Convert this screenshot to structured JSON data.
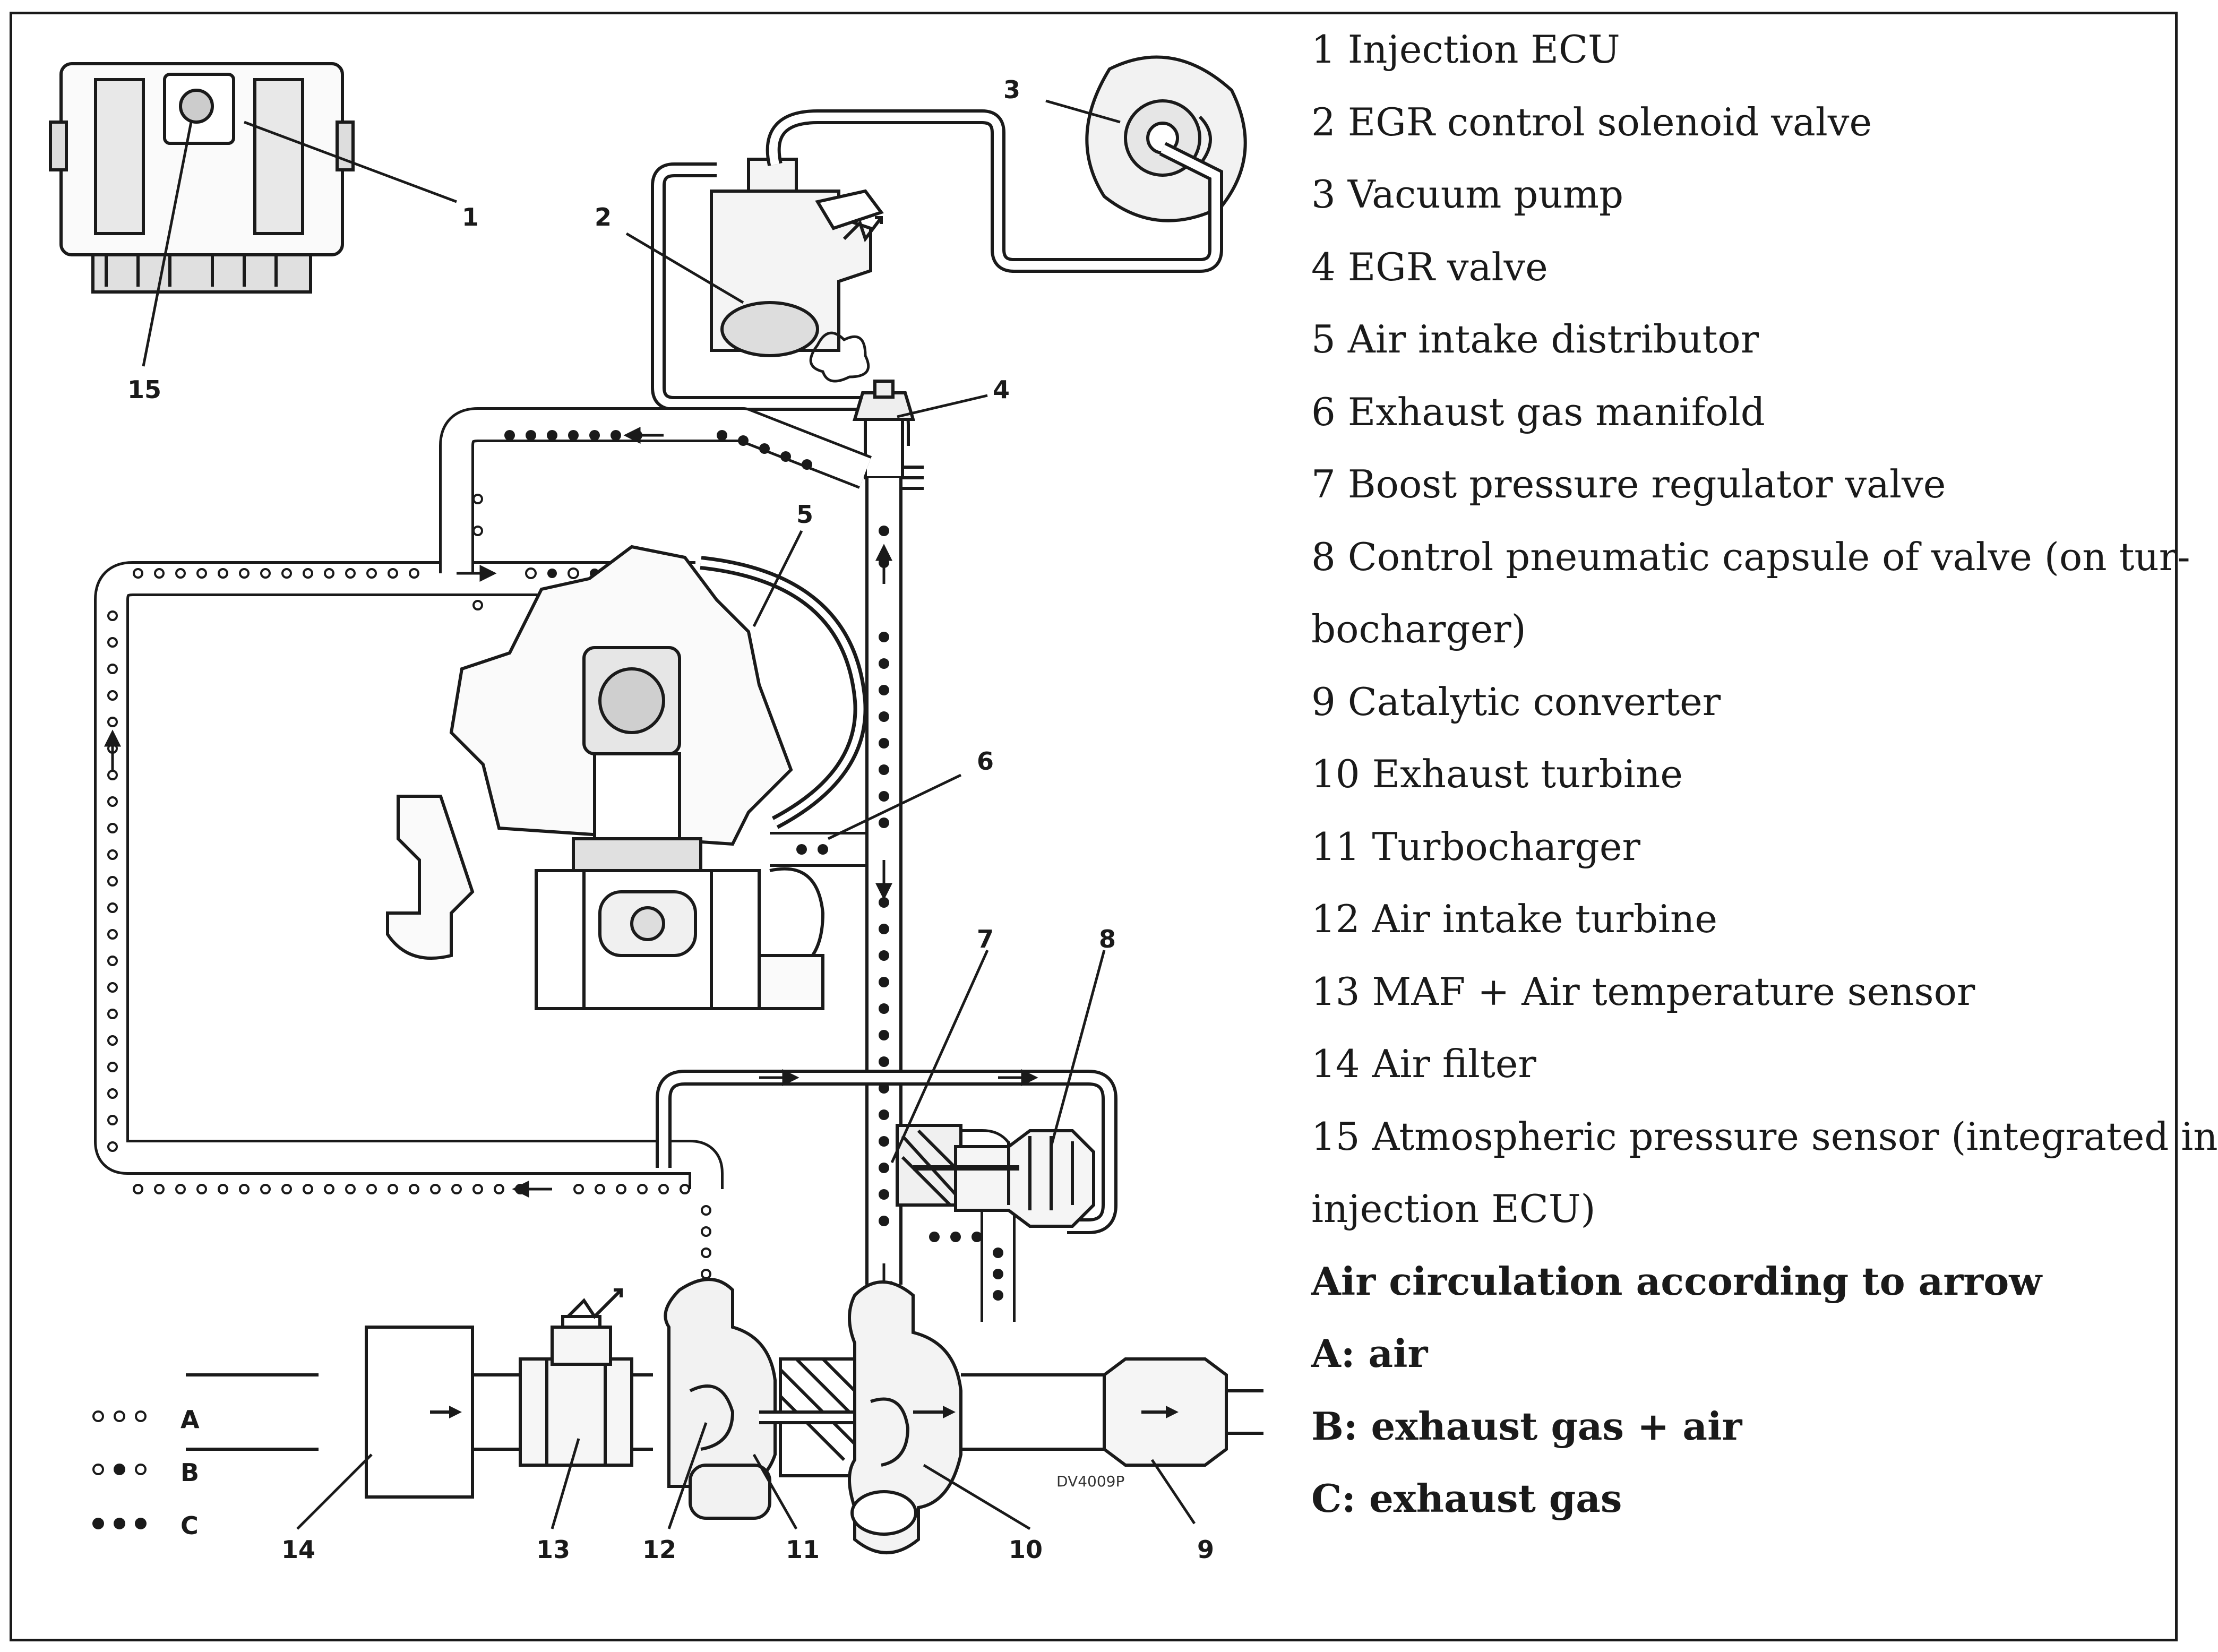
{
  "legend": {
    "items": [
      {
        "text": "1 Injection ECU",
        "bold": false
      },
      {
        "text": "2 EGR control solenoid valve",
        "bold": false
      },
      {
        "text": "3 Vacuum pump",
        "bold": false
      },
      {
        "text": "4 EGR valve",
        "bold": false
      },
      {
        "text": "5 Air intake distributor",
        "bold": false
      },
      {
        "text": "6 Exhaust gas manifold",
        "bold": false
      },
      {
        "text": "7 Boost pressure regulator valve",
        "bold": false
      },
      {
        "text": "8 Control pneumatic capsule of valve (on tur-",
        "bold": false
      },
      {
        "text": "bocharger)",
        "bold": false
      },
      {
        "text": "9 Catalytic converter",
        "bold": false
      },
      {
        "text": "10 Exhaust turbine",
        "bold": false
      },
      {
        "text": "11 Turbocharger",
        "bold": false
      },
      {
        "text": "12 Air intake turbine",
        "bold": false
      },
      {
        "text": "13 MAF + Air temperature sensor",
        "bold": false
      },
      {
        "text": "14 Air filter",
        "bold": false
      },
      {
        "text": "15 Atmospheric pressure sensor (integrated in",
        "bold": false
      },
      {
        "text": "injection ECU)",
        "bold": false
      },
      {
        "text": "Air circulation according to arrow",
        "bold": true
      },
      {
        "text": "A: air",
        "bold": true
      },
      {
        "text": "B: exhaust gas + air",
        "bold": true
      },
      {
        "text": "C: exhaust gas",
        "bold": true
      }
    ]
  },
  "callouts": {
    "n1": "1",
    "n2": "2",
    "n3": "3",
    "n4": "4",
    "n5": "5",
    "n6": "6",
    "n7": "7",
    "n8": "8",
    "n9": "9",
    "n10": "10",
    "n11": "11",
    "n12": "12",
    "n13": "13",
    "n14": "14",
    "n15": "15"
  },
  "flow_key": {
    "a": "A",
    "b": "B",
    "c": "C"
  },
  "drawing_code": "DV4009P"
}
